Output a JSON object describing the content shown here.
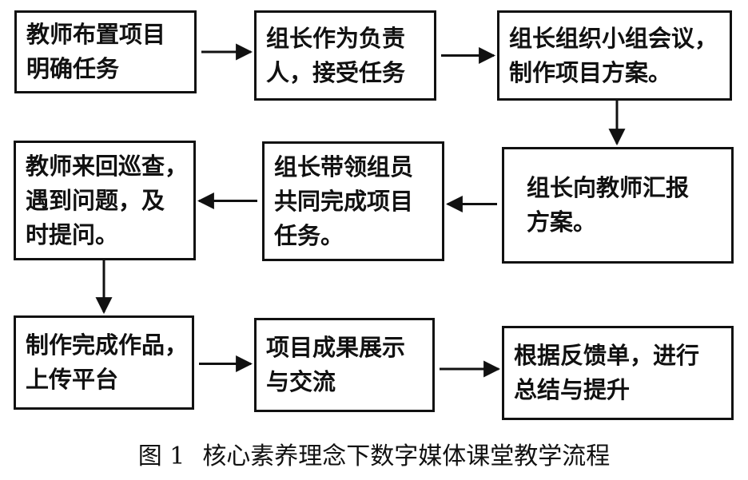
{
  "nodes": [
    {
      "id": "b1",
      "lines": [
        "教师布置项目",
        "明确任务"
      ]
    },
    {
      "id": "b2",
      "lines": [
        "组长作为负责",
        "人，接受任务"
      ]
    },
    {
      "id": "b3",
      "lines": [
        "组长组织小组会议，",
        "制作项目方案。"
      ]
    },
    {
      "id": "b4",
      "lines": [
        "组长向教师汇报",
        "方案。"
      ]
    },
    {
      "id": "b5",
      "lines": [
        "组长带领组员",
        "共同完成项目",
        "任务。"
      ]
    },
    {
      "id": "b6",
      "lines": [
        "教师来回巡查，",
        "遇到问题，及",
        "时提问。"
      ]
    },
    {
      "id": "b7",
      "lines": [
        "制作完成作品，",
        "上传平台"
      ]
    },
    {
      "id": "b8",
      "lines": [
        "项目成果展示",
        "与交流"
      ]
    },
    {
      "id": "b9",
      "lines": [
        "根据反馈单，进行",
        "总结与提升"
      ]
    }
  ],
  "edges": [
    {
      "from": "b1",
      "to": "b2"
    },
    {
      "from": "b2",
      "to": "b3"
    },
    {
      "from": "b3",
      "to": "b4"
    },
    {
      "from": "b4",
      "to": "b5"
    },
    {
      "from": "b5",
      "to": "b6"
    },
    {
      "from": "b6",
      "to": "b7"
    },
    {
      "from": "b7",
      "to": "b8"
    },
    {
      "from": "b8",
      "to": "b9"
    }
  ],
  "caption": {
    "number": "图 1",
    "title": "核心素养理念下数字媒体课堂教学流程"
  }
}
